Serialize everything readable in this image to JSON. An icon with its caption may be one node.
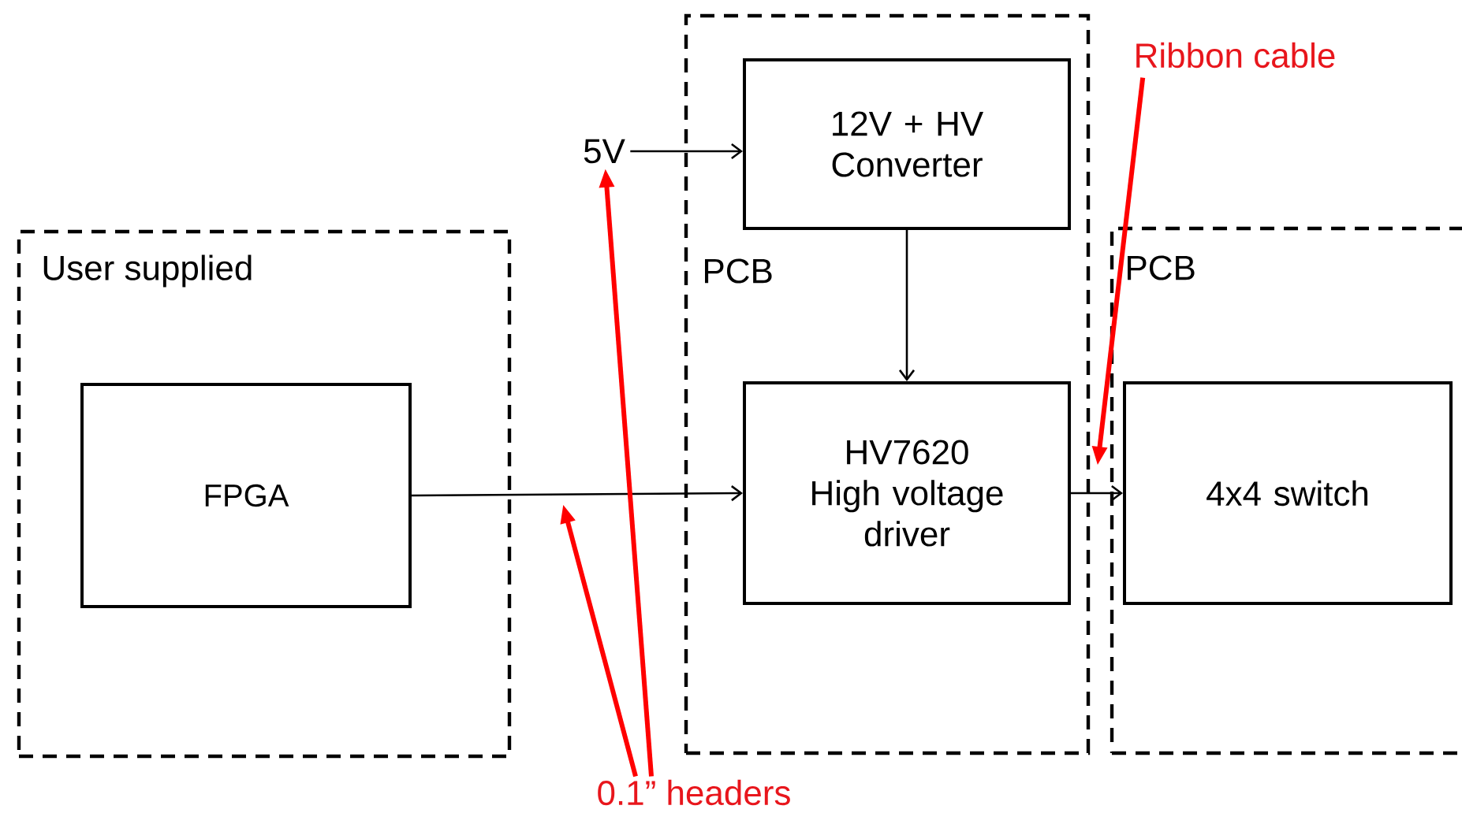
{
  "diagram": {
    "nodes": [
      {
        "text": [
          "User supplied"
        ]
      },
      {
        "text": [
          "FPGA"
        ],
        "in": 0
      },
      {
        "text": [
          "PCB"
        ]
      },
      {
        "text": [
          "12V + HV Converter"
        ],
        "in": 2
      },
      {
        "text": [
          "HV7620 High voltage driver"
        ],
        "in": 2
      },
      {
        "text": [
          "PCB"
        ]
      },
      {
        "text": [
          "4x4 switch"
        ],
        "in": 5
      },
      {
        "text": [
          "5V"
        ]
      },
      {
        "text": [
          "0.1” headers"
        ]
      },
      {
        "text": [
          "Ribbon cable"
        ]
      }
    ],
    "edges": [
      {
        "from": 1,
        "to": 4,
        "arrow": "to"
      },
      {
        "from": 7,
        "to": 3,
        "arrow": "to"
      },
      {
        "from": 3,
        "to": 4,
        "arrow": "to"
      },
      {
        "from": 4,
        "to": 6,
        "arrow": "to"
      },
      {
        "from": 8,
        "to": null,
        "arrow": "to",
        "style": "thick",
        "color": "#ff0000"
      },
      {
        "from": 8,
        "to": 7,
        "arrow": "to",
        "style": "thick",
        "color": "#ff0000"
      },
      {
        "from": 9,
        "to": 5,
        "arrow": "to",
        "style": "thick",
        "color": "#ff0000"
      }
    ]
  }
}
